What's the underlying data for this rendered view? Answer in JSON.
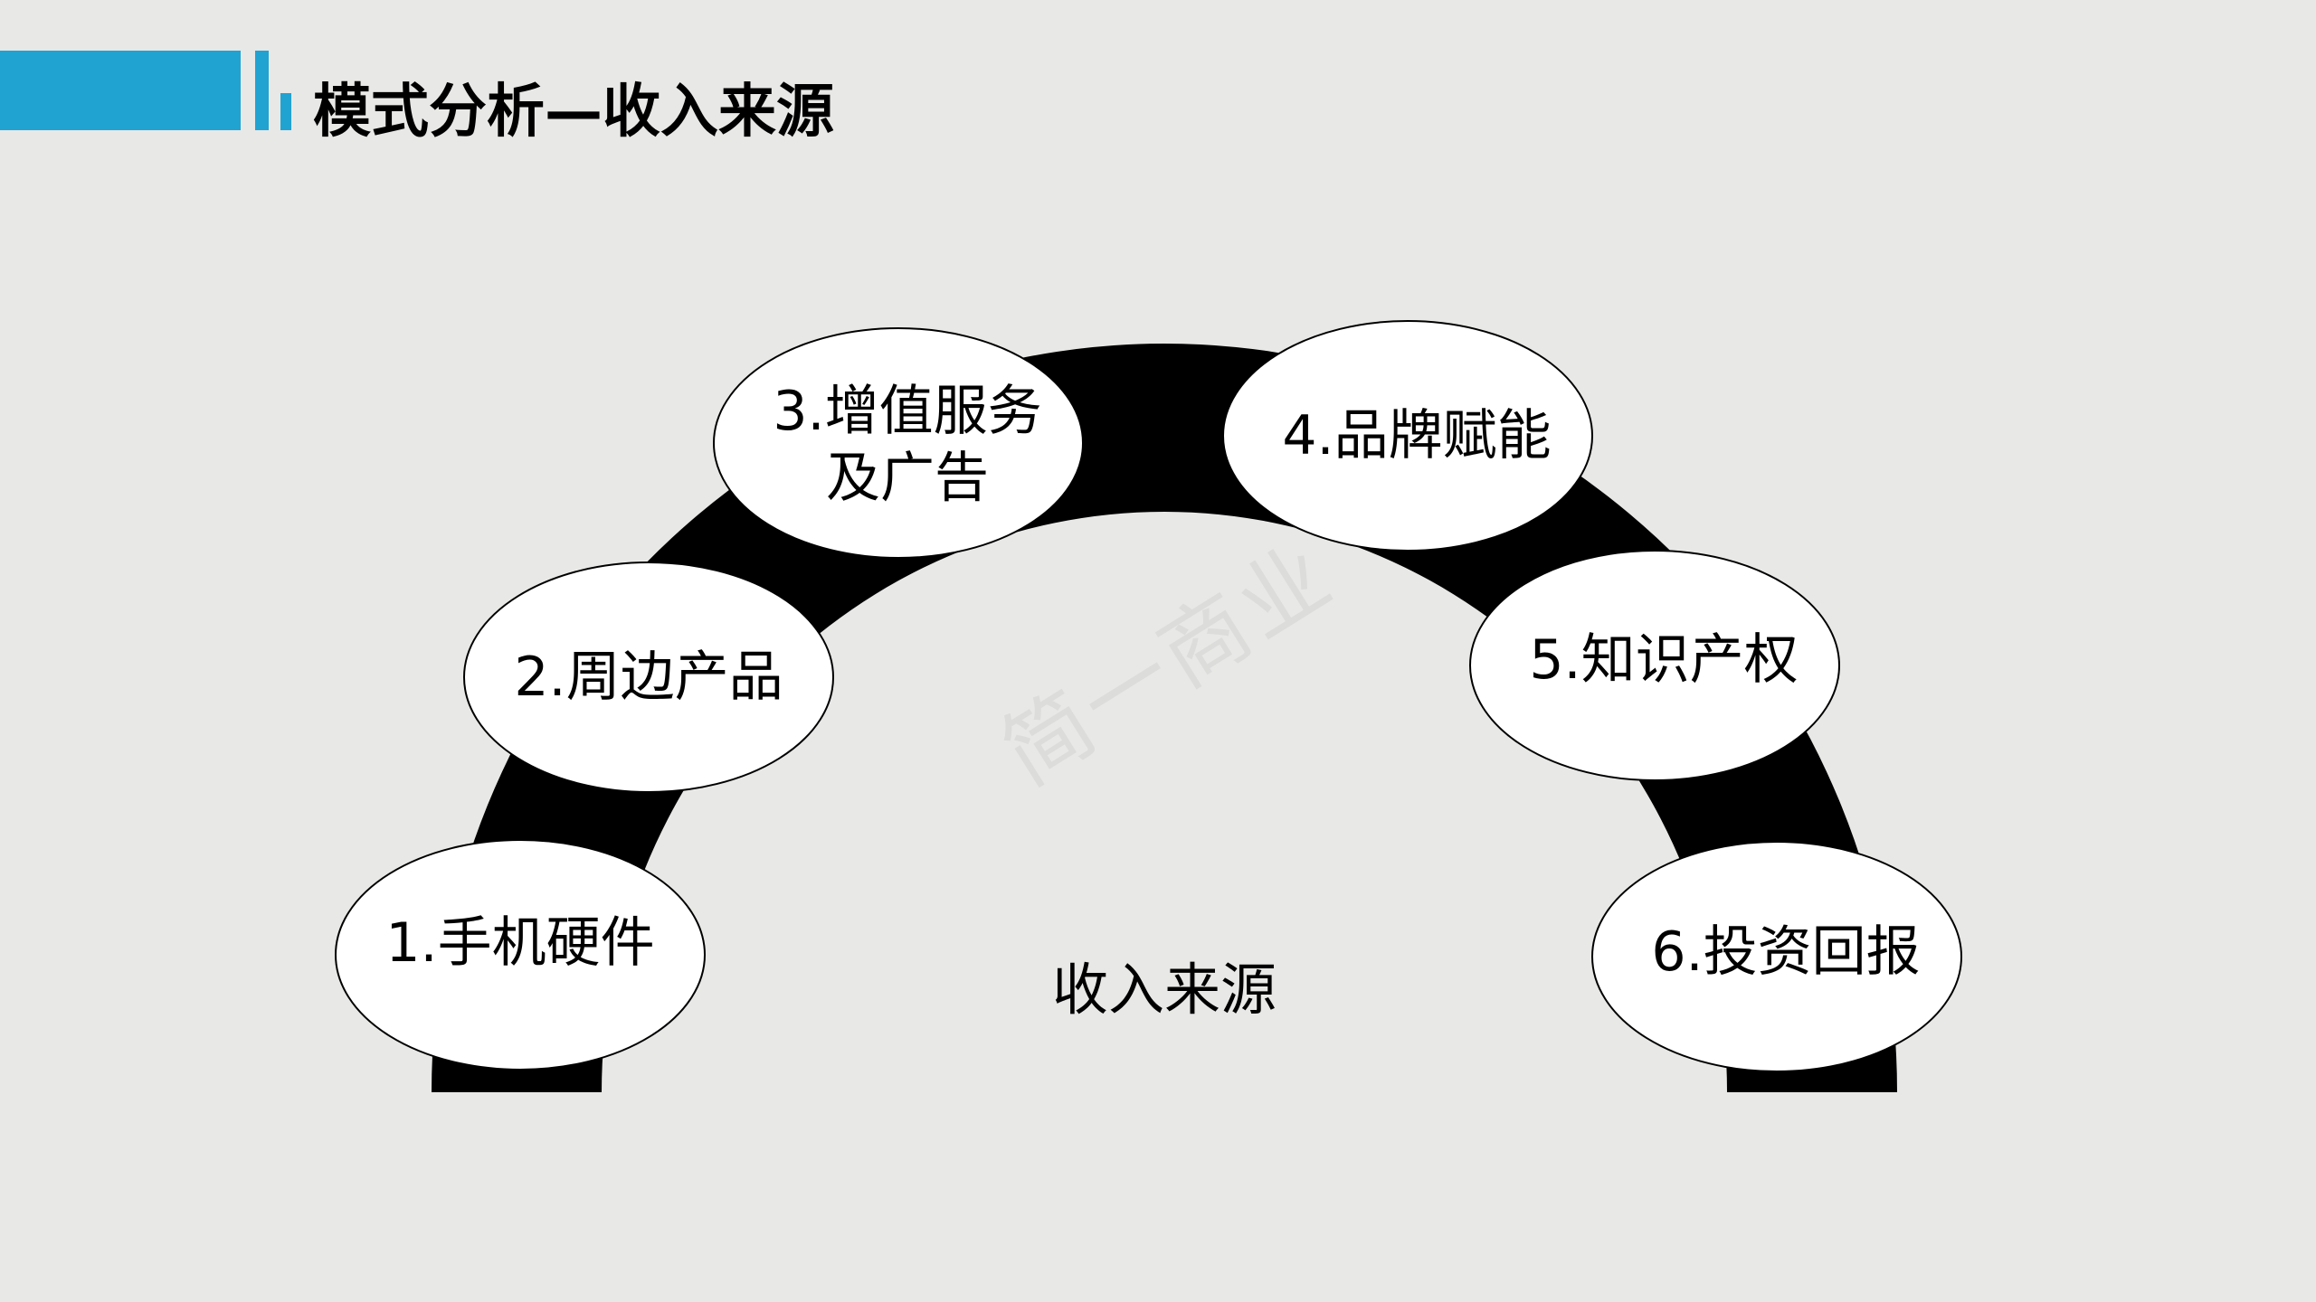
{
  "header": {
    "title": "模式分析—收入来源",
    "accent_color": "#21a3d1"
  },
  "diagram": {
    "center_label": "收入来源",
    "nodes": [
      {
        "label": "1.手机硬件"
      },
      {
        "label": "2.周边产品"
      },
      {
        "label": "3.增值服务\n及广告",
        "line1": "3.增值服务",
        "line2": "及广告"
      },
      {
        "label": "4.品牌赋能"
      },
      {
        "label": "5.知识产权"
      },
      {
        "label": "6.投资回报"
      }
    ]
  },
  "watermark": "简一商业"
}
